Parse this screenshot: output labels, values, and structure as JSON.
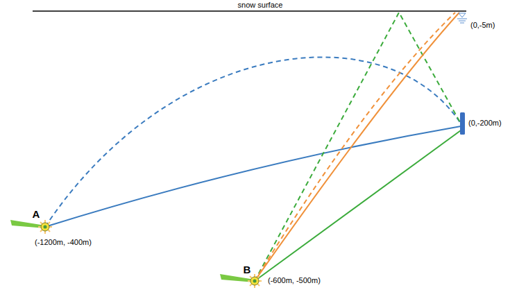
{
  "diagram": {
    "labels": [
      "snow surface",
      "(0,-5m)",
      "(0,-200m)",
      "A",
      "(-1200m, -400m)",
      "B",
      "(-600m, -500m)"
    ]
  }
}
